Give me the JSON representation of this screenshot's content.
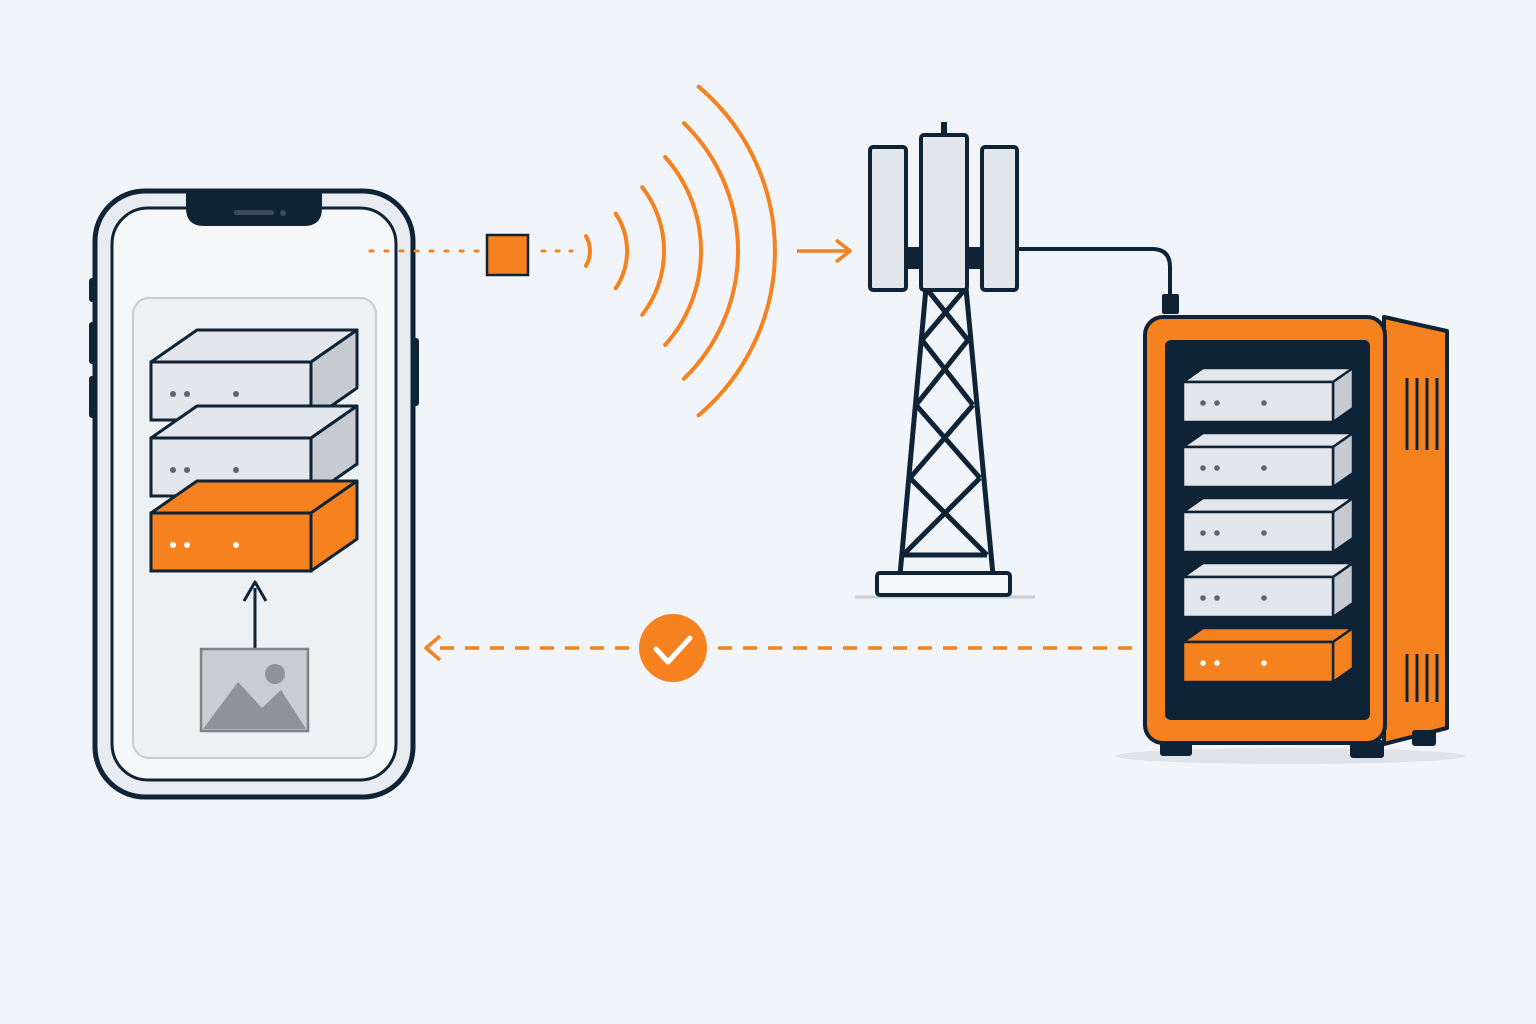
{
  "diagram": {
    "colors": {
      "background": "#f1f4f8",
      "accent": "#f5821f",
      "outline": "#0f2337",
      "box_fill": "#e3e6ea",
      "box_side": "#c6cbd2",
      "image_fill": "#c9ccd1",
      "image_mountain": "#8e9299"
    },
    "icons": {
      "phone": "smartphone-icon",
      "layers": "stacked-layers-icon",
      "image": "image-icon",
      "packet": "data-packet-icon",
      "signal": "wireless-signal-icon",
      "tower": "cell-tower-icon",
      "server": "server-rack-icon",
      "check": "checkmark-icon"
    },
    "phone_layers": [
      {
        "state": "idle"
      },
      {
        "state": "idle"
      },
      {
        "state": "active"
      }
    ],
    "server_units": [
      {
        "state": "idle"
      },
      {
        "state": "idle"
      },
      {
        "state": "idle"
      },
      {
        "state": "idle"
      },
      {
        "state": "active"
      }
    ],
    "signal_arcs": 6
  }
}
